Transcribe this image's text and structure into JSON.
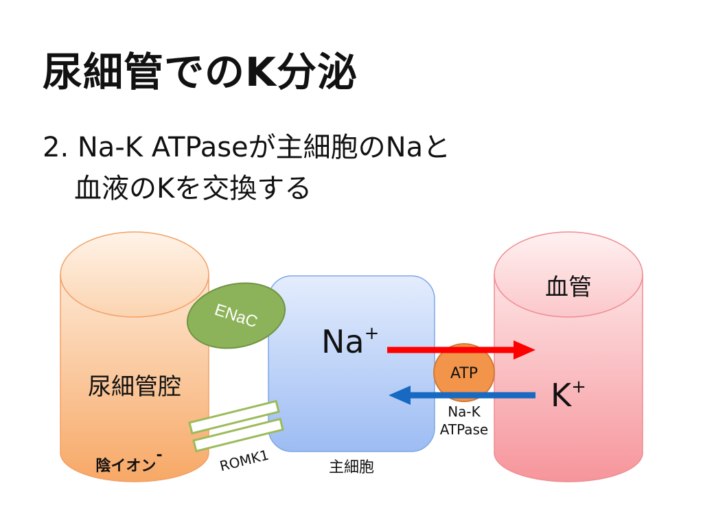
{
  "title": "尿細管でのK分泌",
  "bullet": {
    "line1": "2. Na-K ATPaseが主細胞のNaと",
    "line2": "血液のKを交換する"
  },
  "diagram": {
    "lumen_label": "尿細管腔",
    "anion_label": "陰イオン",
    "anion_sup": "-",
    "enac_label": "ENaC",
    "romk_label": "ROMK1",
    "cell_label": "主細胞",
    "na_label": "Na",
    "na_sup": "+",
    "k_label": "K",
    "k_sup": "+",
    "atp_label": "ATP",
    "pump_label_1": "Na-K",
    "pump_label_2": "ATPase",
    "vessel_label": "血管",
    "colors": {
      "lumen": "#f7b37a",
      "cell": "#a9c6f5",
      "vessel": "#f7a3a8",
      "enac": "#8db35a",
      "romk": "#a9c46c",
      "atp": "#f2944a",
      "arrow_na": "#ff0000",
      "arrow_k": "#1769c2"
    }
  }
}
